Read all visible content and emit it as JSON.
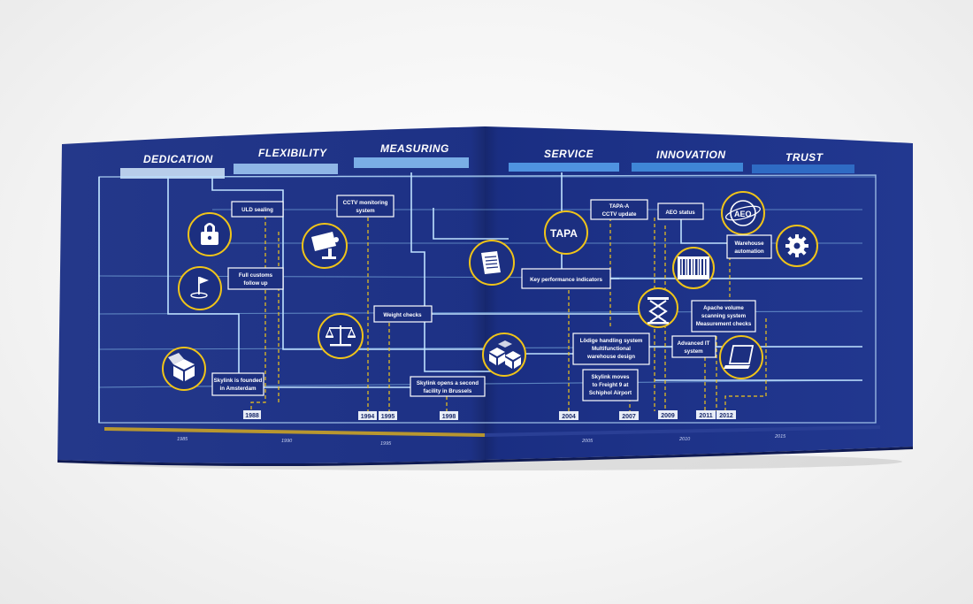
{
  "headers": {
    "dedication": "DEDICATION",
    "flexibility": "FLEXIBILITY",
    "measuring": "MEASURING",
    "service": "SERVICE",
    "innovation": "INNOVATION",
    "trust": "TRUST"
  },
  "milestones": {
    "uld_sealing": [
      "ULD sealing"
    ],
    "full_customs": [
      "Full customs",
      "follow up"
    ],
    "skylink_founded": [
      "Skylink is founded",
      "in Amsterdam"
    ],
    "cctv_system": [
      "CCTV monitoring",
      "system"
    ],
    "weight_checks": [
      "Weight checks"
    ],
    "brussels": [
      "Skylink opens a second",
      "facility in Brussels"
    ],
    "tapa_cctv": [
      "TAPA-A",
      "CCTV update"
    ],
    "kpi": [
      "Key performance indicators"
    ],
    "lodige": [
      "Lödige handling system",
      "Multifunctional",
      "warehouse design"
    ],
    "freight9": [
      "Skylink moves",
      "to Freight 9 at",
      "Schiphol Airport"
    ],
    "aeo_status": [
      "AEO status"
    ],
    "warehouse_automation": [
      "Warehouse",
      "automation"
    ],
    "apache": [
      "Apache volume",
      "scanning system",
      "Measurement checks"
    ],
    "advanced_it": [
      "Advanced IT",
      "system"
    ]
  },
  "tapa_logo": "TAPA",
  "aeo_logo": "AEO",
  "years": {
    "y1988": "1988",
    "y1994": "1994",
    "y1995": "1995",
    "y1998": "1998",
    "y2004": "2004",
    "y2007": "2007",
    "y2009": "2009",
    "y2011": "2011",
    "y2012": "2012"
  },
  "axis": {
    "a1985": "1985",
    "a1990": "1990",
    "a1995": "1995",
    "a2005": "2005",
    "a2010": "2010",
    "a2015": "2015"
  },
  "colors": {
    "page": "#1e3488",
    "line": "#8fc6f0",
    "accent": "#f0c419",
    "label_bg": "#1c2f80"
  },
  "icons": [
    "lock-icon",
    "golf-flag-icon",
    "box-icon",
    "cctv-camera-icon",
    "scale-icon",
    "warehouse-boxes-icon",
    "document-icon",
    "tapa-logo",
    "scissor-lift-icon",
    "barcode-icon",
    "aeo-globe-icon",
    "gear-icon",
    "laptop-icon"
  ]
}
